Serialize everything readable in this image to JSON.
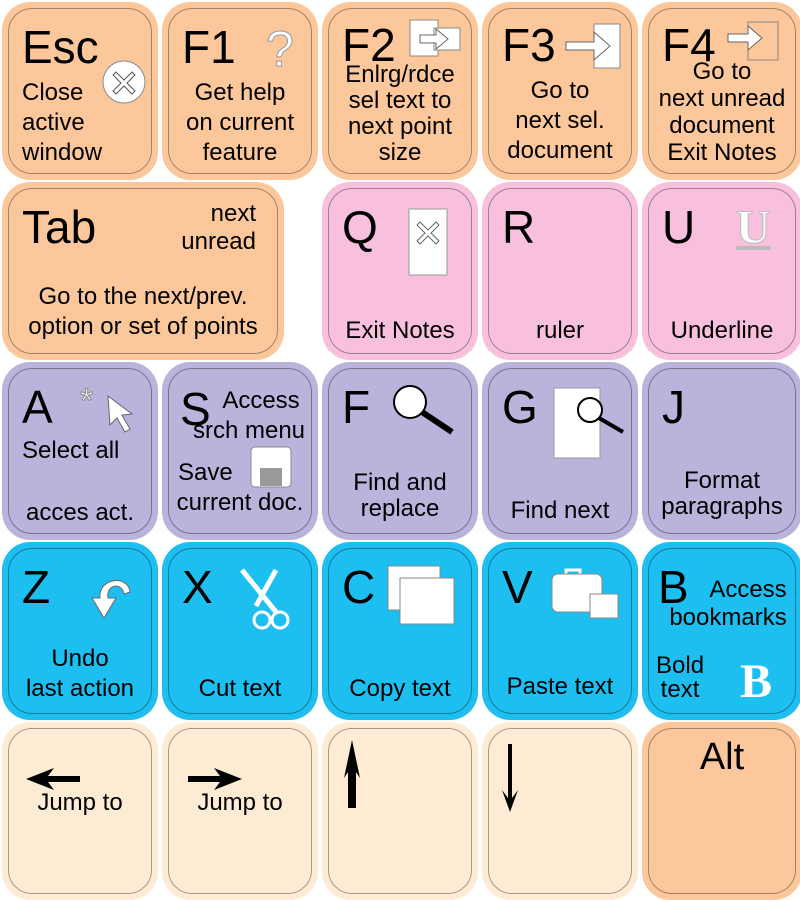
{
  "keys": {
    "esc": {
      "label": "Esc",
      "desc": "Close active window",
      "l1": "Close",
      "l2": "active",
      "l3": "window"
    },
    "f1": {
      "label": "F1",
      "l1": "Get help",
      "l2": "on current",
      "l3": "feature"
    },
    "f2": {
      "label": "F2",
      "l1": "Enlrg/rdce",
      "l2": "sel text to",
      "l3": "next point",
      "l4": "size"
    },
    "f3": {
      "label": "F3",
      "l1": "Go to",
      "l2": "next sel.",
      "l3": "document"
    },
    "f4": {
      "label": "F4",
      "l1": "Go to",
      "l2": "next unread",
      "l3": "document",
      "l4": "Exit Notes"
    },
    "tab": {
      "label": "Tab",
      "l1": "next",
      "l2": "unread",
      "l3": "Go to the next/prev.",
      "l4": "option or set of points"
    },
    "q": {
      "label": "Q",
      "l1": "Exit Notes"
    },
    "r": {
      "label": "R",
      "l1": "ruler"
    },
    "u": {
      "label": "U",
      "l1": "Underline",
      "glyph": "U"
    },
    "a": {
      "label": "A",
      "l1": "Select all",
      "l2": "acces act."
    },
    "s": {
      "label": "S",
      "l1": "Access",
      "l2": "srch menu",
      "l3": "Save",
      "l4": "current doc."
    },
    "f": {
      "label": "F",
      "l1": "Find and",
      "l2": "replace"
    },
    "g": {
      "label": "G",
      "l1": "Find next"
    },
    "j": {
      "label": "J",
      "l1": "Format",
      "l2": "paragraphs"
    },
    "z": {
      "label": "Z",
      "l1": "Undo",
      "l2": "last action"
    },
    "x": {
      "label": "X",
      "l1": "Cut text"
    },
    "c": {
      "label": "C",
      "l1": "Copy text"
    },
    "v": {
      "label": "V",
      "l1": "Paste text"
    },
    "bk": {
      "label": "B",
      "l1": "Access",
      "l2": "bookmarks",
      "l3": "Bold",
      "l4": "text",
      "glyph": "B"
    },
    "left": {
      "l1": "Jump to"
    },
    "right": {
      "l1": "Jump to"
    },
    "alt": {
      "label": "Alt"
    }
  },
  "colors": {
    "orange": "#fcc89b",
    "pink": "#f8c0dc",
    "lavender": "#b8b4dc",
    "blue": "#1dbff1",
    "cream": "#fdebd3"
  }
}
